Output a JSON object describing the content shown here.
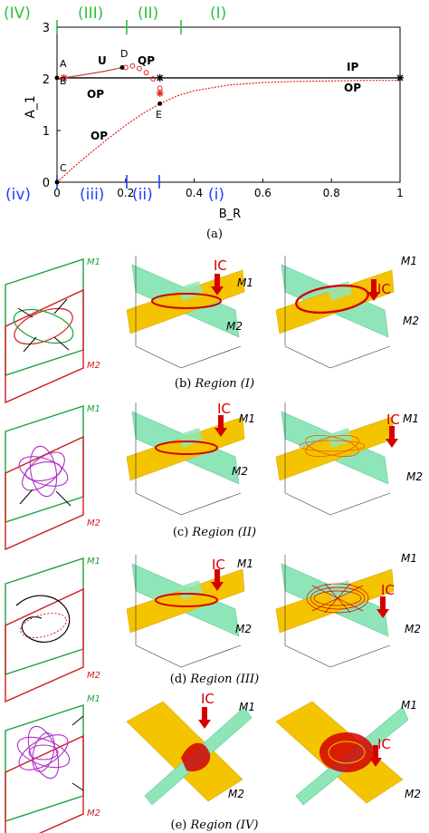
{
  "chart_data": {
    "type": "line",
    "title": "",
    "xlabel": "B_R",
    "ylabel": "A_1",
    "xlim": [
      0,
      1
    ],
    "ylim": [
      0,
      3
    ],
    "xticks": [
      "0",
      "0.2",
      "0.4",
      "0.6",
      "0.8",
      "1"
    ],
    "yticks": [
      "0",
      "1",
      "2",
      "3"
    ],
    "region_labels_top": [
      "(IV)",
      "(III)",
      "(II)",
      "(I)"
    ],
    "region_labels_bottom": [
      "(iv)",
      "(iii)",
      "(ii)",
      "(i)"
    ],
    "point_labels": [
      "A",
      "B",
      "C",
      "D",
      "E"
    ],
    "branch_labels": [
      "U",
      "QP",
      "OP",
      "OP",
      "IP",
      "OP"
    ],
    "series": [
      {
        "name": "IP",
        "x": [
          0.02,
          0.1,
          0.2,
          0.3,
          0.4,
          0.6,
          0.8,
          1.0
        ],
        "y": [
          2.02,
          2.02,
          2.02,
          2.02,
          2.02,
          2.02,
          2.02,
          2.02
        ]
      },
      {
        "name": "OP",
        "x": [
          0.0,
          0.05,
          0.1,
          0.15,
          0.2,
          0.25,
          0.3,
          0.35,
          0.4,
          0.5,
          0.6,
          0.7,
          0.8,
          0.9,
          1.0
        ],
        "y": [
          0.0,
          0.3,
          0.58,
          0.85,
          1.1,
          1.33,
          1.52,
          1.67,
          1.77,
          1.88,
          1.93,
          1.95,
          1.96,
          1.97,
          1.97
        ]
      },
      {
        "name": "U",
        "x": [
          0.02,
          0.08,
          0.14,
          0.19
        ],
        "y": [
          2.02,
          2.08,
          2.15,
          2.22
        ]
      },
      {
        "name": "QP",
        "x": [
          0.2,
          0.22,
          0.24,
          0.26,
          0.28,
          0.3
        ],
        "y": [
          2.22,
          2.25,
          2.2,
          2.12,
          2.0,
          1.82
        ]
      }
    ]
  },
  "panels": {
    "a_caption": "(a)",
    "b_caption_label": "(b)",
    "b_caption_region": "Region (I)",
    "c_caption_label": "(c)",
    "c_caption_region": "Region (II)",
    "d_caption_label": "(d)",
    "d_caption_region": "Region (III)",
    "e_caption_label": "(e)",
    "e_caption_region": "Region (IV)",
    "manifold_1": "M1",
    "manifold_2": "M2",
    "ic_label": "IC"
  },
  "colors": {
    "plane_yellow": "#f5c400",
    "plane_green": "#8ee6b8",
    "trajectory_red": "#d40000",
    "region_green": "#2cc23a",
    "region_blue": "#1f3cff",
    "sketch_green": "#1aa33a",
    "sketch_red": "#d21c1c",
    "sketch_purple": "#b030c8"
  }
}
